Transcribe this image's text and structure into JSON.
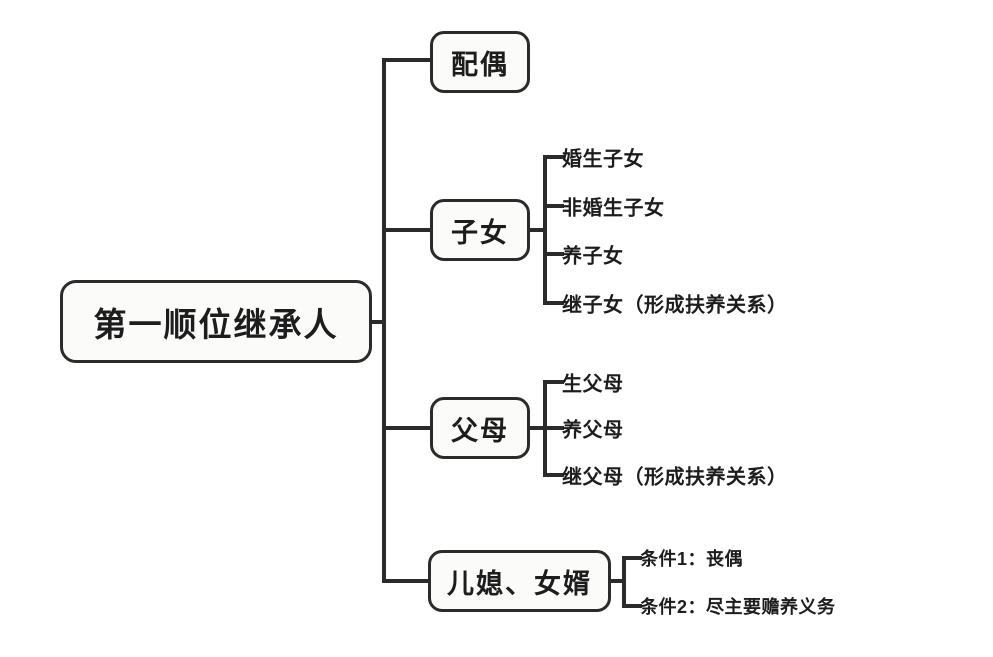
{
  "diagram": {
    "type": "tree",
    "orientation": "left-to-right",
    "line_color": "#2b2b2b",
    "box_fill": "#fbfbfa",
    "text_color": "#1d1d1d",
    "background": "#ffffff",
    "root": {
      "label": "第一顺位继承人"
    },
    "branches": [
      {
        "label": "配偶",
        "leaves": []
      },
      {
        "label": "子女",
        "leaves": [
          "婚生子女",
          "非婚生子女",
          "养子女",
          "继子女（形成扶养关系）"
        ]
      },
      {
        "label": "父母",
        "leaves": [
          "生父母",
          "养父母",
          "继父母（形成扶养关系）"
        ]
      },
      {
        "label": "儿媳、女婿",
        "leaves": [
          "条件1：丧偶",
          "条件2：尽主要赡养义务"
        ]
      }
    ]
  }
}
